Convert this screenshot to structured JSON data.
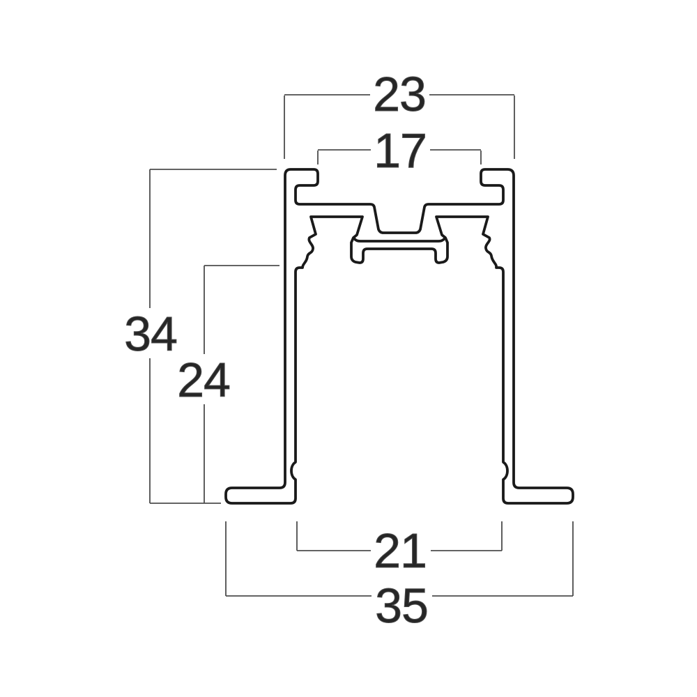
{
  "drawing": {
    "kind": "extrusion-profile-cross-section",
    "dimensions": {
      "top_outer_width": "23",
      "top_inner_width": "17",
      "total_height": "34",
      "inner_height": "24",
      "bottom_inner_width": "21",
      "bottom_outer_width": "35"
    },
    "colors": {
      "background": "#ffffff",
      "outline": "#1a1a1a",
      "dimension_lines": "#4d4d4d",
      "dimension_text": "#262626"
    }
  }
}
